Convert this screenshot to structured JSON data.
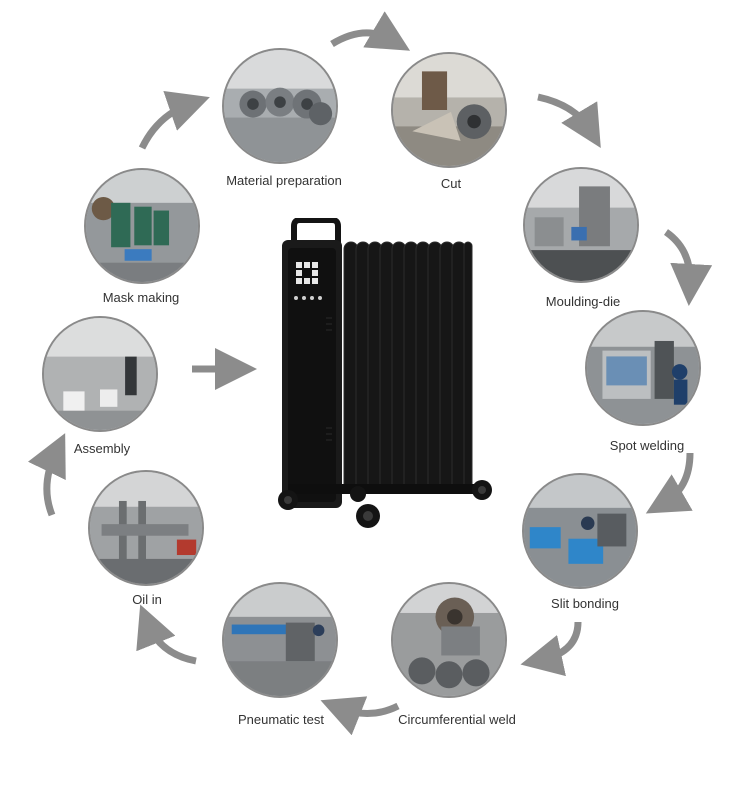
{
  "steps": [
    {
      "label": "Material preparation",
      "icon": "steel-coils-photo"
    },
    {
      "label": "Cut",
      "icon": "cutting-workshop-photo"
    },
    {
      "label": "Moulding-die",
      "icon": "press-machine-photo"
    },
    {
      "label": "Spot welding",
      "icon": "welding-station-photo"
    },
    {
      "label": "Slit bonding",
      "icon": "bonding-line-photo"
    },
    {
      "label": "Circumferential weld",
      "icon": "circumferential-weld-photo"
    },
    {
      "label": "Pneumatic test",
      "icon": "pneumatic-test-photo"
    },
    {
      "label": "Oil in",
      "icon": "oil-filling-photo"
    },
    {
      "label": "Assembly",
      "icon": "assembly-line-photo"
    },
    {
      "label": "Mask making",
      "icon": "mask-stamping-photo"
    }
  ],
  "center": {
    "icon": "oil-radiator-heater-image"
  },
  "colors": {
    "arrow": "#8c8c8c",
    "border": "#8a8a8a",
    "heater": "#141414"
  }
}
